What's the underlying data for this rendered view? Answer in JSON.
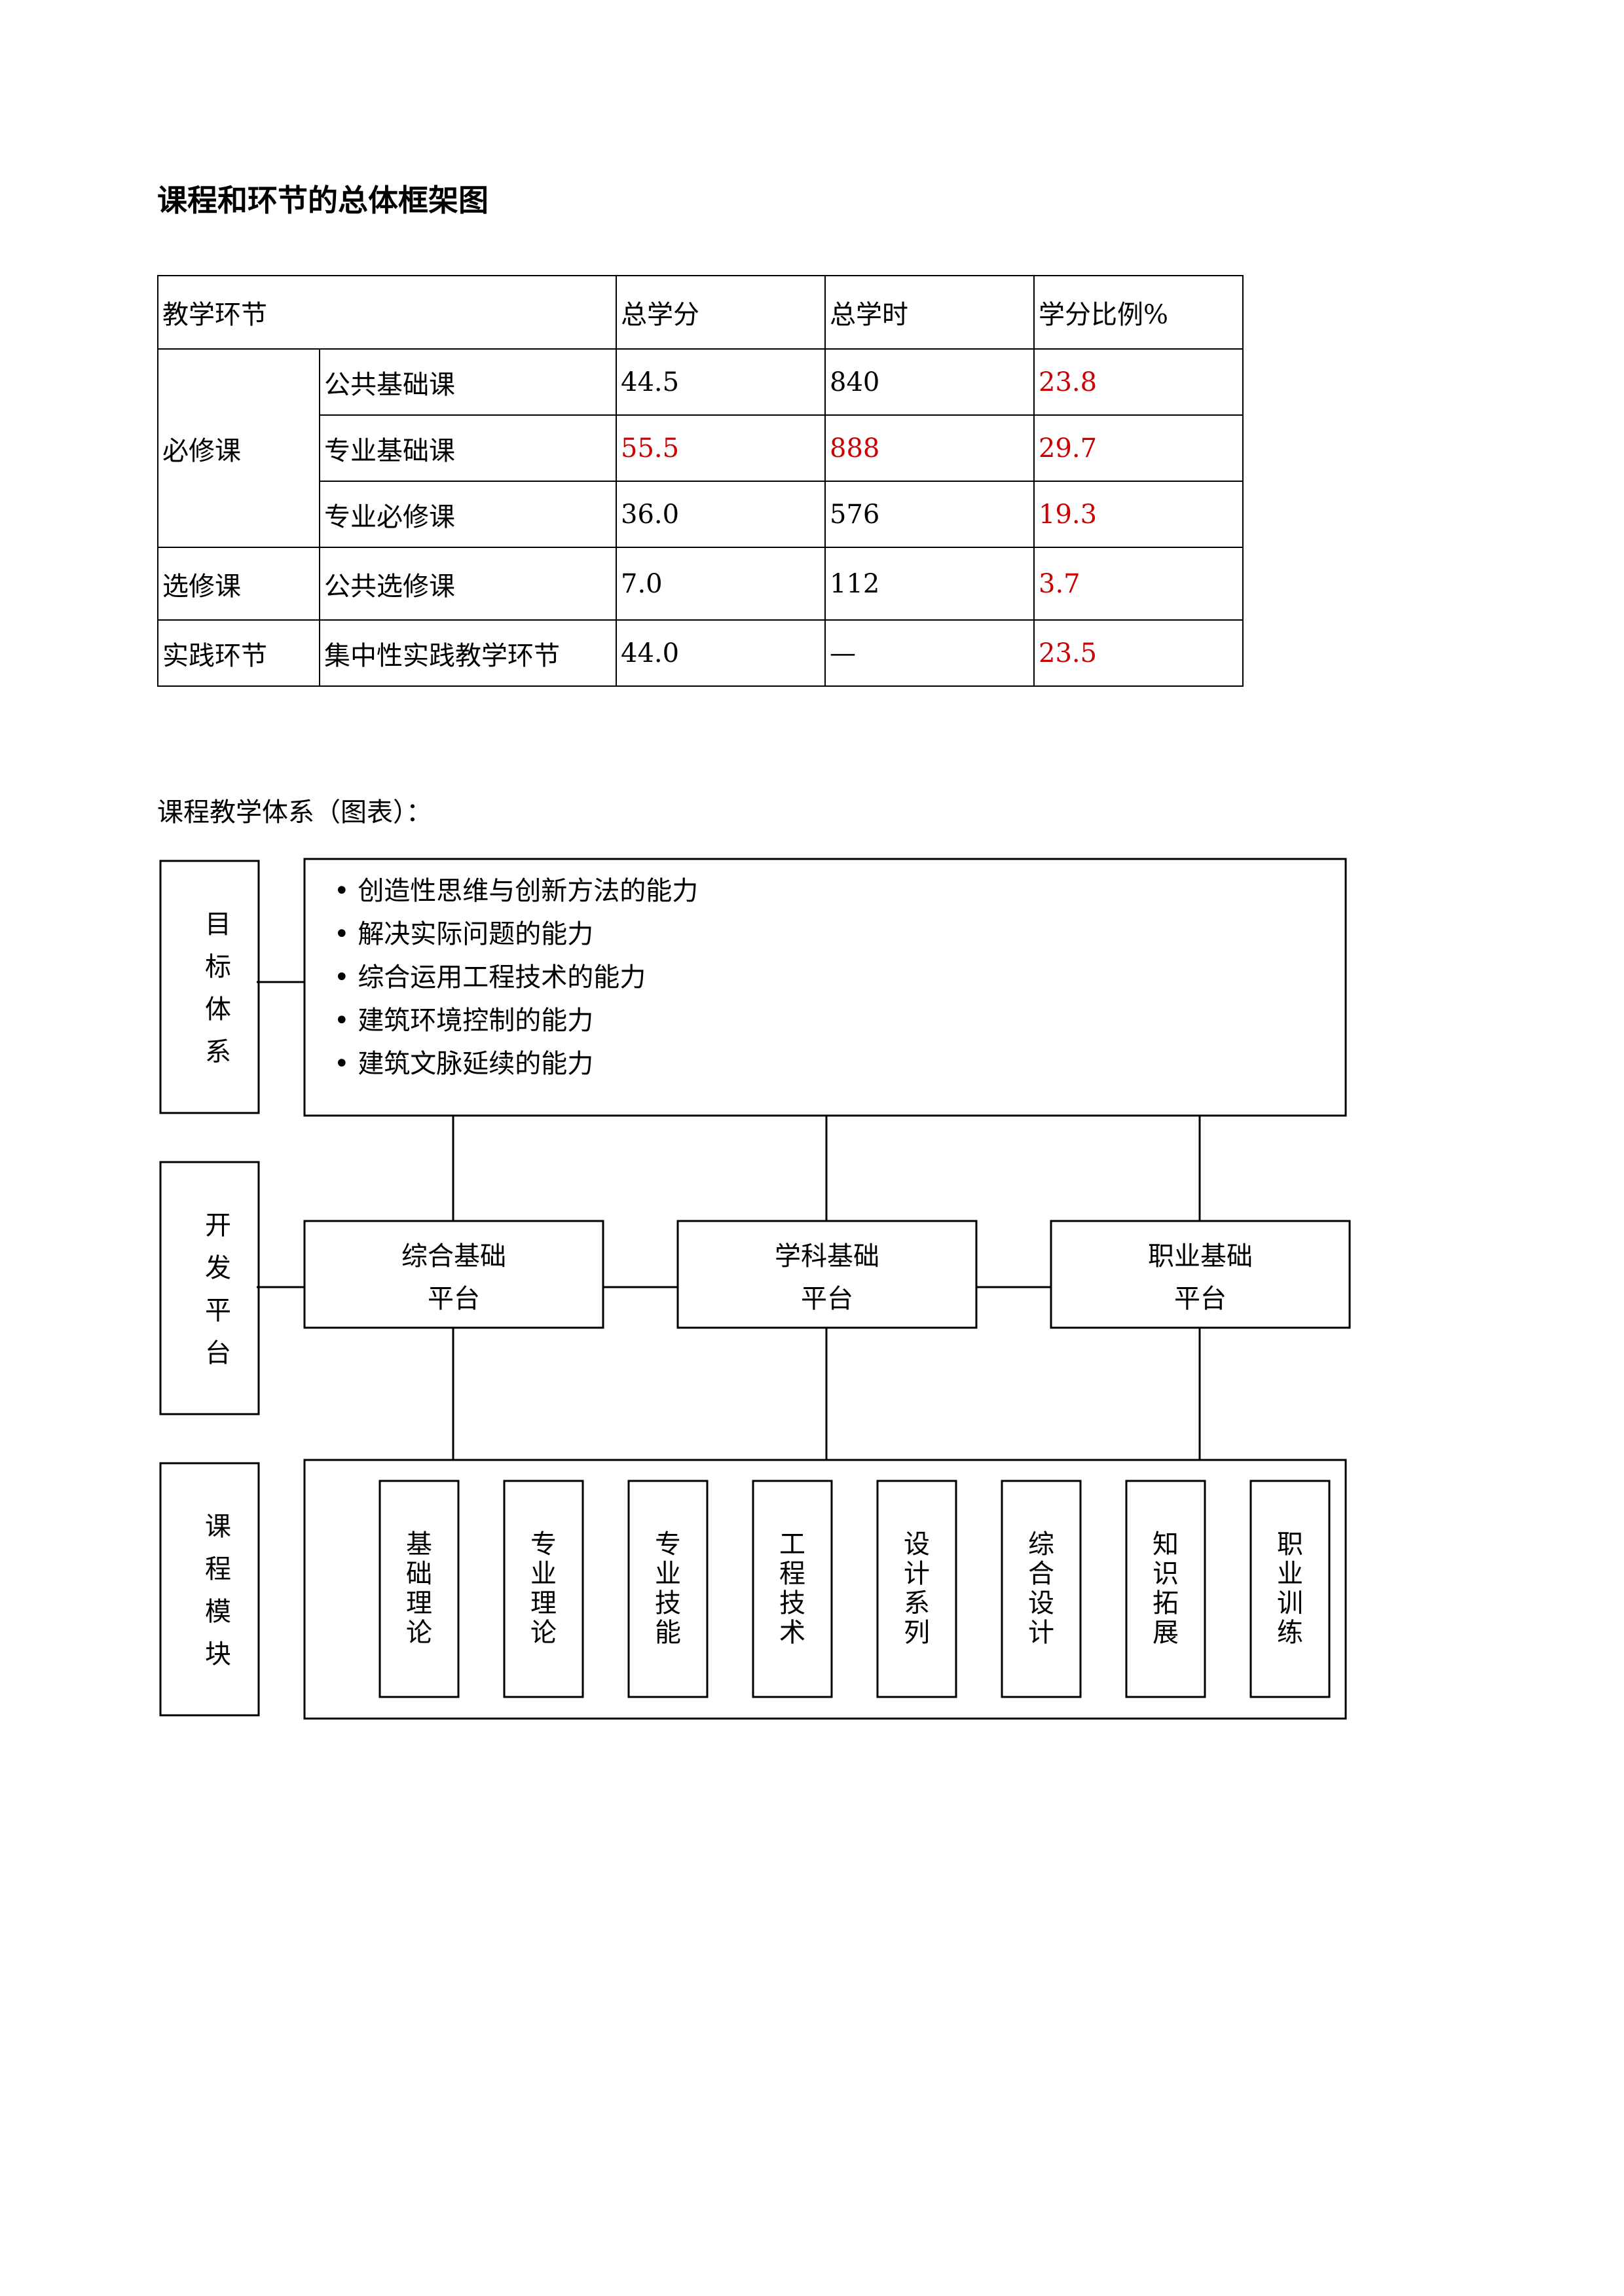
{
  "title": "课程和环节的总体框架图",
  "table": {
    "headers": [
      "教学环节",
      "总学分",
      "总学时",
      "学分比例%"
    ],
    "rows": [
      {
        "group": "必修课",
        "name": "公共基础课",
        "credits": "44.5",
        "hours": "840",
        "ratio": "23.8"
      },
      {
        "group": "必修课",
        "name": "专业基础课",
        "credits": "55.5",
        "hours": "888",
        "ratio": "29.7"
      },
      {
        "group": "必修课",
        "name": "专业必修课",
        "credits": "36.0",
        "hours": "576",
        "ratio": "19.3"
      },
      {
        "group": "选修课",
        "name": "公共选修课",
        "credits": "7.0",
        "hours": "112",
        "ratio": "3.7"
      },
      {
        "group": "实践环节",
        "name": "集中性实践教学环节",
        "credits": "44.0",
        "hours": "—",
        "ratio": "23.5"
      }
    ],
    "red_color": "#cc0000"
  },
  "subtitle": "课程教学体系（图表）：",
  "diagram": {
    "left_labels": {
      "goal": "目标体系",
      "platform": "开发平台",
      "module": "课程模块"
    },
    "goals": [
      "创造性思维与创新方法的能力",
      "解决实际问题的能力",
      "综合运用工程技术的能力",
      "建筑环境控制的能力",
      "建筑文脉延续的能力"
    ],
    "bullet": "•",
    "platforms": [
      {
        "line1": "综合基础",
        "line2": "平台"
      },
      {
        "line1": "学科基础",
        "line2": "平台"
      },
      {
        "line1": "职业基础",
        "line2": "平台"
      }
    ],
    "modules": [
      "基础理论",
      "专业理论",
      "专业技能",
      "工程技术",
      "设计系列",
      "综合设计",
      "知识拓展",
      "职业训练"
    ]
  }
}
